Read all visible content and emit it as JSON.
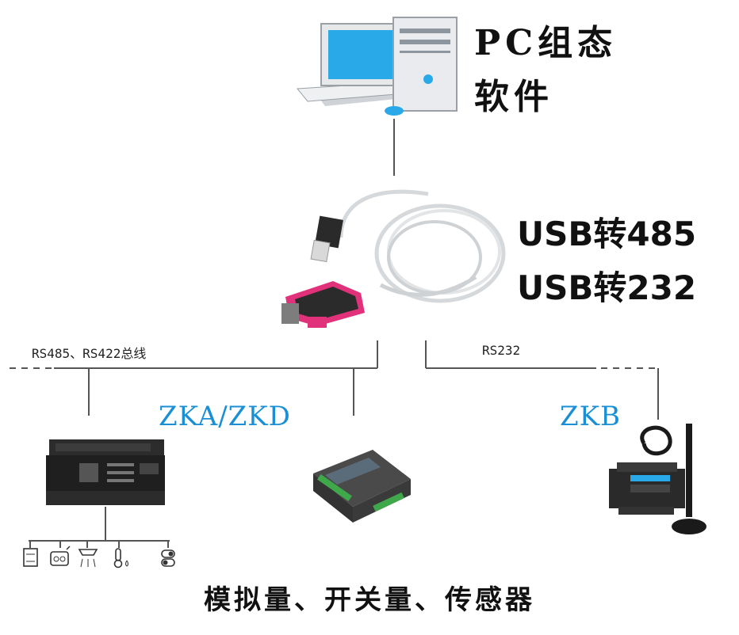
{
  "pc": {
    "label_line1": "PC组态",
    "label_line2": "软件"
  },
  "converter": {
    "label_line1": "USB转485",
    "label_line2": "USB转232"
  },
  "bus": {
    "left_label": "RS485、RS422总线",
    "right_label": "RS232"
  },
  "models": {
    "left": "ZKA/ZKD",
    "right": "ZKB"
  },
  "caption": "模拟量、开关量、传感器",
  "colors": {
    "model_text": "#1a8fd6",
    "line": "#555555",
    "screen": "#29a9e8",
    "plug_pink": "#e0317a",
    "module_green": "#3fa84a"
  },
  "icons": [
    "pc-icon",
    "usb-cable-icon",
    "din-module-icon",
    "io-module-icon",
    "wireless-module-icon",
    "display-sensor-icon",
    "relay-icon",
    "smoke-sensor-icon",
    "temperature-sensor-icon",
    "switch-icon"
  ]
}
